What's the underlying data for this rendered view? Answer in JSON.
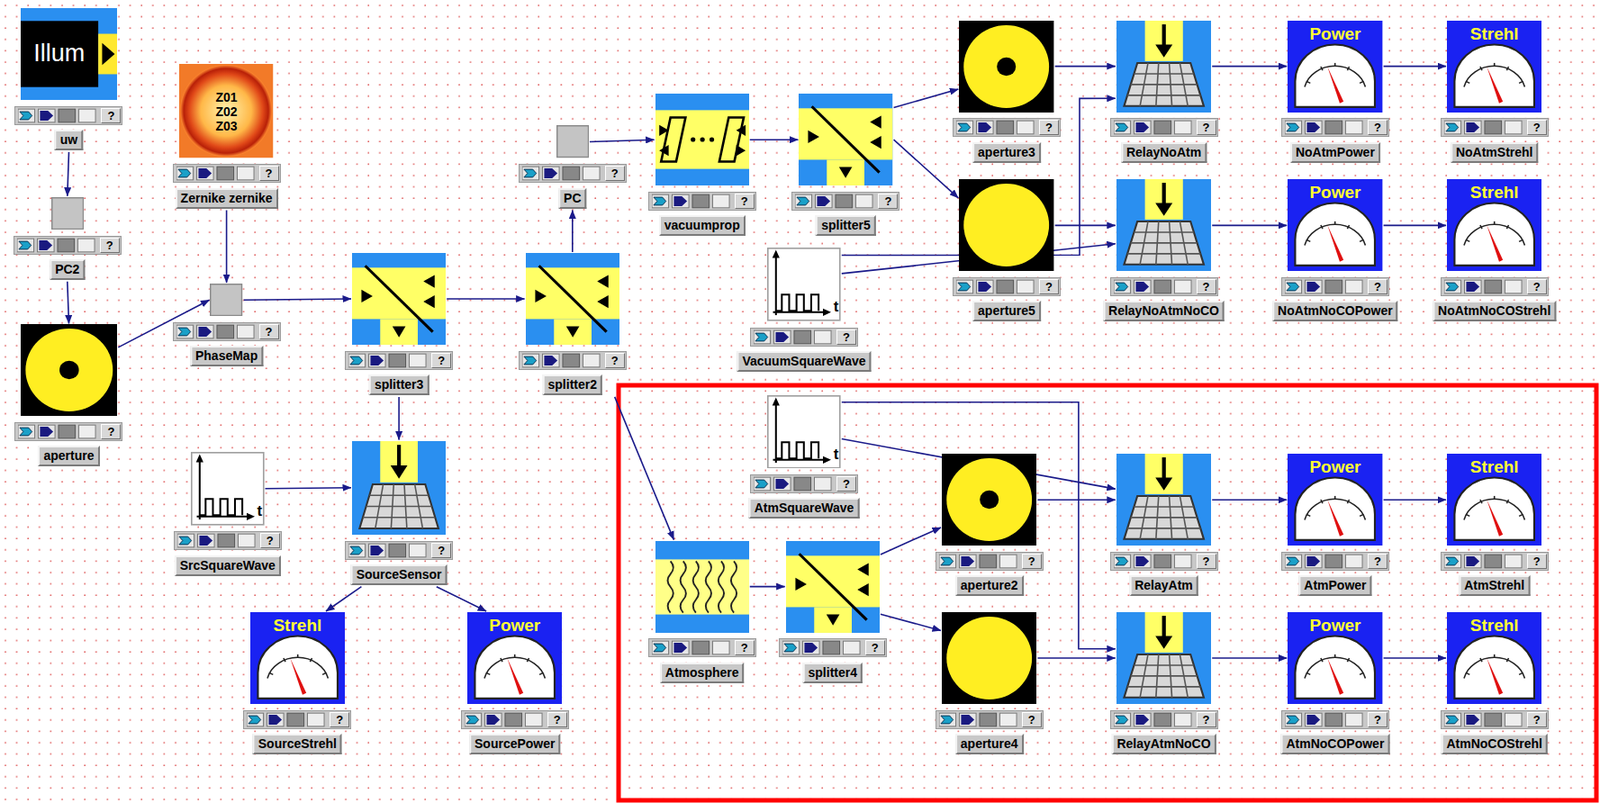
{
  "diagram": {
    "nodes": [
      {
        "text": [
          "Illum",
          "?",
          "uw"
        ]
      },
      {
        "text": [
          "Z01",
          "Z02",
          "Z03",
          "?",
          "Zernike zernike"
        ]
      },
      {
        "text": [
          "?",
          "PC2"
        ]
      },
      {
        "text": [
          "?",
          "PhaseMap"
        ]
      },
      {
        "text": [
          "?",
          "aperture"
        ]
      },
      {
        "text": [
          "?",
          "splitter3"
        ]
      },
      {
        "text": [
          "?",
          "splitter2"
        ]
      },
      {
        "text": [
          "?",
          "PC"
        ]
      },
      {
        "text": [
          "?",
          "vacuumprop"
        ]
      },
      {
        "text": [
          "?",
          "splitter5"
        ]
      },
      {
        "text": [
          "?",
          "aperture3"
        ]
      },
      {
        "text": [
          "?",
          "RelayNoAtm"
        ]
      },
      {
        "text": [
          "Power",
          "?",
          "NoAtmPower"
        ]
      },
      {
        "text": [
          "Strehl",
          "?",
          "NoAtmStrehl"
        ]
      },
      {
        "text": [
          "?",
          "aperture5"
        ]
      },
      {
        "text": [
          "?",
          "RelayNoAtmNoCO"
        ]
      },
      {
        "text": [
          "Power",
          "?",
          "NoAtmNoCOPower"
        ]
      },
      {
        "text": [
          "Strehl",
          "?",
          "NoAtmNoCOStrehl"
        ]
      },
      {
        "text": [
          "t",
          "?",
          "VacuumSquareWave"
        ]
      },
      {
        "text": [
          "t",
          "?",
          "SrcSquareWave"
        ]
      },
      {
        "text": [
          "?",
          "SourceSensor"
        ]
      },
      {
        "text": [
          "Strehl",
          "?",
          "SourceStrehl"
        ]
      },
      {
        "text": [
          "Power",
          "?",
          "SourcePower"
        ]
      },
      {
        "text": [
          "t",
          "?",
          "AtmSquareWave"
        ]
      },
      {
        "text": [
          "?",
          "Atmosphere"
        ]
      },
      {
        "text": [
          "?",
          "splitter4"
        ]
      },
      {
        "text": [
          "?",
          "aperture2"
        ]
      },
      {
        "text": [
          "?",
          "RelayAtm"
        ]
      },
      {
        "text": [
          "Power",
          "?",
          "AtmPower"
        ]
      },
      {
        "text": [
          "Strehl",
          "?",
          "AtmStrehl"
        ]
      },
      {
        "text": [
          "?",
          "aperture4"
        ]
      },
      {
        "text": [
          "?",
          "RelayAtmNoCO"
        ]
      },
      {
        "text": [
          "Power",
          "?",
          "AtmNoCOPower"
        ]
      },
      {
        "text": [
          "Strehl",
          "?",
          "AtmNoCOStrehl"
        ]
      }
    ],
    "edges": [
      {
        "from": 0,
        "to": 2,
        "arrow": "to"
      },
      {
        "from": 2,
        "to": 4,
        "arrow": "to"
      },
      {
        "from": 4,
        "to": 3,
        "arrow": "to"
      },
      {
        "from": 1,
        "to": 3,
        "arrow": "to"
      },
      {
        "from": 3,
        "to": 5,
        "arrow": "to"
      },
      {
        "from": 5,
        "to": 6,
        "arrow": "to"
      },
      {
        "from": 5,
        "to": 20,
        "arrow": "to"
      },
      {
        "from": 6,
        "to": 7,
        "arrow": "to"
      },
      {
        "from": 7,
        "to": 8,
        "arrow": "to"
      },
      {
        "from": 8,
        "to": 9,
        "arrow": "to"
      },
      {
        "from": 9,
        "to": 10,
        "arrow": "to"
      },
      {
        "from": 9,
        "to": 14,
        "arrow": "to"
      },
      {
        "from": 6,
        "to": 24,
        "arrow": "to"
      },
      {
        "from": 18,
        "to": 11,
        "arrow": "to"
      },
      {
        "from": 18,
        "to": 15,
        "arrow": "to"
      },
      {
        "from": 10,
        "to": 11,
        "arrow": "to"
      },
      {
        "from": 14,
        "to": 15,
        "arrow": "to"
      },
      {
        "from": 11,
        "to": 12,
        "arrow": "to"
      },
      {
        "from": 12,
        "to": 13,
        "arrow": "to"
      },
      {
        "from": 15,
        "to": 16,
        "arrow": "to"
      },
      {
        "from": 16,
        "to": 17,
        "arrow": "to"
      },
      {
        "from": 19,
        "to": 20,
        "arrow": "to"
      },
      {
        "from": 20,
        "to": 21,
        "arrow": "to"
      },
      {
        "from": 20,
        "to": 22,
        "arrow": "to"
      },
      {
        "from": 24,
        "to": 25,
        "arrow": "to"
      },
      {
        "from": 25,
        "to": 26,
        "arrow": "to"
      },
      {
        "from": 25,
        "to": 30,
        "arrow": "to"
      },
      {
        "from": 23,
        "to": 27,
        "arrow": "to"
      },
      {
        "from": 23,
        "to": 31,
        "arrow": "to"
      },
      {
        "from": 26,
        "to": 27,
        "arrow": "to"
      },
      {
        "from": 30,
        "to": 31,
        "arrow": "to"
      },
      {
        "from": 27,
        "to": 28,
        "arrow": "to"
      },
      {
        "from": 28,
        "to": 29,
        "arrow": "to"
      },
      {
        "from": 31,
        "to": 32,
        "arrow": "to"
      },
      {
        "from": 32,
        "to": 33,
        "arrow": "to"
      }
    ]
  }
}
